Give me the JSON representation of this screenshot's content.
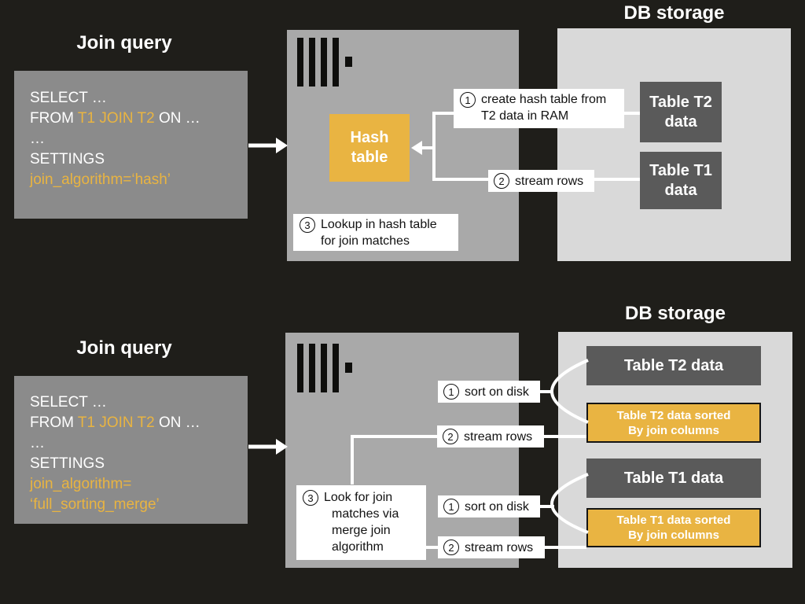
{
  "colors": {
    "background": "#1F1E1A",
    "query_box_gray": "#8B8B8B",
    "server_gray": "#A9A9A9",
    "db_storage_gray": "#D9D9D9",
    "table_dark_gray": "#5A5A5A",
    "accent_yellow": "#E9B442",
    "connector_white": "#FFFFFF",
    "label_text_black": "#111111"
  },
  "hash_join": {
    "query_title": "Join query",
    "query": {
      "select_line": "SELECT …",
      "from_prefix": "FROM ",
      "from_tables": "T1 JOIN T2",
      "from_suffix": " ON …",
      "ellipsis_line": "…",
      "settings_line": "SETTINGS",
      "algorithm_line": "join_algorithm=‘hash’"
    },
    "hash_table": {
      "line1": "Hash",
      "line2": "table"
    },
    "steps": {
      "create_hash": {
        "num": "1",
        "line1": "create hash table from",
        "line2": "T2 data in RAM"
      },
      "stream_rows": {
        "num": "2",
        "text": "stream rows"
      },
      "lookup": {
        "num": "3",
        "line1": "Lookup in hash table",
        "line2": "for join matches"
      }
    },
    "db": {
      "title": "DB storage",
      "t2_line1": "Table T2",
      "t2_line2": "data",
      "t1_line1": "Table T1",
      "t1_line2": "data"
    }
  },
  "merge_join": {
    "query_title": "Join query",
    "query": {
      "select_line": "SELECT …",
      "from_prefix": "FROM ",
      "from_tables": "T1 JOIN T2",
      "from_suffix": " ON …",
      "ellipsis_line": "…",
      "settings_line": "SETTINGS",
      "algorithm_line1": "join_algorithm=",
      "algorithm_line2": "‘full_sorting_merge’"
    },
    "steps": {
      "sort_t2": {
        "num": "1",
        "text": "sort on disk"
      },
      "stream_t2": {
        "num": "2",
        "text": "stream rows"
      },
      "merge_lookup": {
        "num": "3",
        "lines": [
          "Look for join",
          "matches via",
          "merge join",
          "algorithm"
        ]
      },
      "sort_t1": {
        "num": "1",
        "text": "sort on disk"
      },
      "stream_t1": {
        "num": "2",
        "text": "stream rows"
      }
    },
    "db": {
      "title": "DB storage",
      "t2": "Table T2 data",
      "t2_sorted_line1": "Table T2 data sorted",
      "t2_sorted_line2": "By join columns",
      "t1": "Table T1 data",
      "t1_sorted_line1": "Table T1 data sorted",
      "t1_sorted_line2": "By join columns"
    }
  }
}
